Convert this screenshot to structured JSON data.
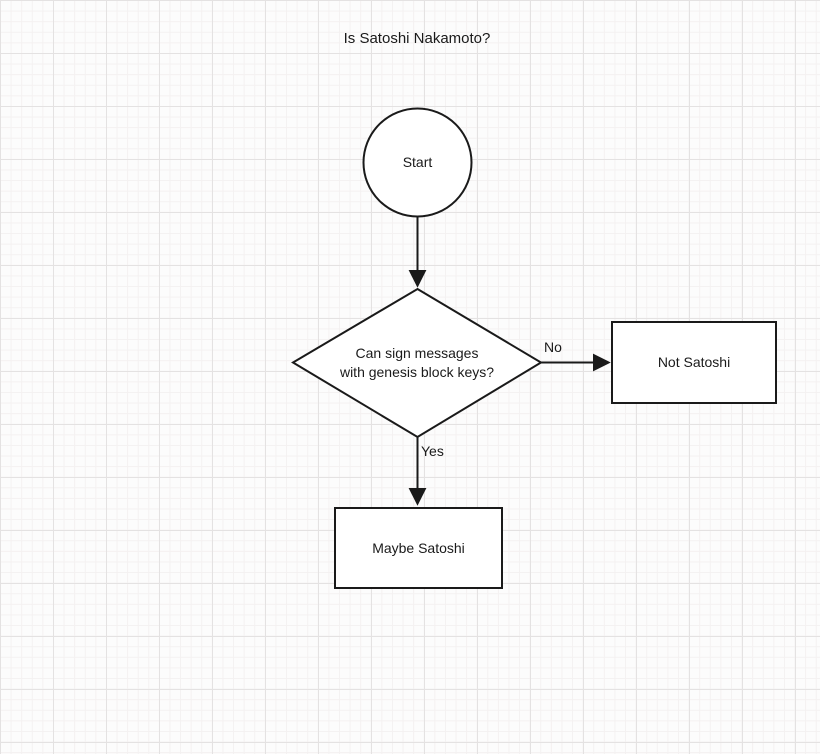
{
  "diagram": {
    "title": "Is Satoshi Nakamoto?",
    "nodes": {
      "start": {
        "shape": "circle",
        "label": "Start"
      },
      "decision": {
        "shape": "diamond",
        "lines": [
          "Can sign messages",
          "with genesis block keys?"
        ]
      },
      "not_satoshi": {
        "shape": "rectangle",
        "label": "Not Satoshi"
      },
      "maybe_satoshi": {
        "shape": "rectangle",
        "label": "Maybe Satoshi"
      }
    },
    "edges": [
      {
        "from": "start",
        "to": "decision",
        "label": ""
      },
      {
        "from": "decision",
        "to": "not_satoshi",
        "label": "No"
      },
      {
        "from": "decision",
        "to": "maybe_satoshi",
        "label": "Yes"
      }
    ],
    "colors": {
      "stroke": "#1a1a1a",
      "node_fill": "#ffffff",
      "background": "#fcfcfc",
      "grid_minor": "#f4f1f1",
      "grid_major": "#e4e2e2"
    }
  }
}
